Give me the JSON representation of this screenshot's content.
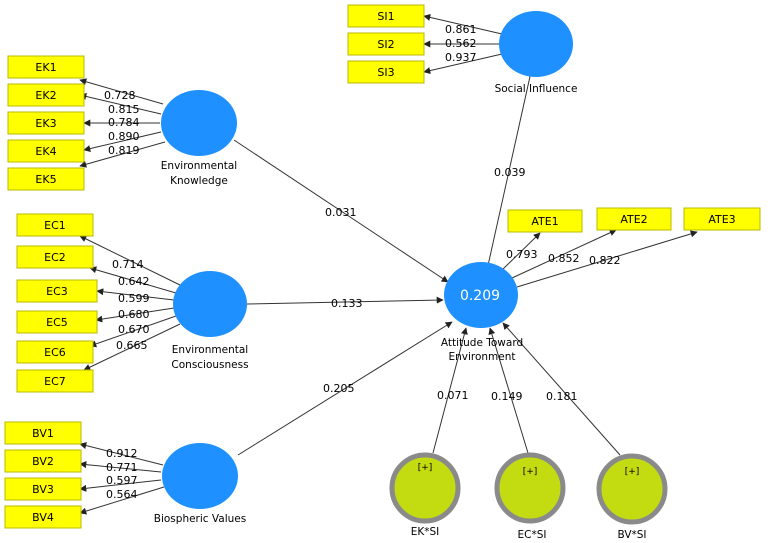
{
  "constructs": {
    "social_influence": "Social Influence",
    "env_knowledge": [
      "Environmental",
      "Knowledge"
    ],
    "env_consciousness": [
      "Environmental",
      "Consciousness"
    ],
    "biospheric_values": "Biospheric Values",
    "attitude": [
      "Attitude Toward",
      "Environment"
    ],
    "attitude_r2": "0.209"
  },
  "indicators": {
    "si": [
      {
        "label": "SI1",
        "loading": "0.861"
      },
      {
        "label": "SI2",
        "loading": "0.562"
      },
      {
        "label": "SI3",
        "loading": "0.937"
      }
    ],
    "ek": [
      {
        "label": "EK1",
        "loading": "0.728"
      },
      {
        "label": "EK2",
        "loading": "0.815"
      },
      {
        "label": "EK3",
        "loading": "0.784"
      },
      {
        "label": "EK4",
        "loading": "0.890"
      },
      {
        "label": "EK5",
        "loading": "0.819"
      }
    ],
    "ec": [
      {
        "label": "EC1",
        "loading": "0.714"
      },
      {
        "label": "EC2",
        "loading": "0.642"
      },
      {
        "label": "EC3",
        "loading": "0.599"
      },
      {
        "label": "EC5",
        "loading": "0.680"
      },
      {
        "label": "EC6",
        "loading": "0.670"
      },
      {
        "label": "EC7",
        "loading": "0.665"
      }
    ],
    "bv": [
      {
        "label": "BV1",
        "loading": "0.912"
      },
      {
        "label": "BV2",
        "loading": "0.771"
      },
      {
        "label": "BV3",
        "loading": "0.597"
      },
      {
        "label": "BV4",
        "loading": "0.564"
      }
    ],
    "ate": [
      {
        "label": "ATE1",
        "loading": "0.793"
      },
      {
        "label": "ATE2",
        "loading": "0.852"
      },
      {
        "label": "ATE3",
        "loading": "0.822"
      }
    ]
  },
  "paths": {
    "si_ate": "0.039",
    "ek_ate": "0.031",
    "ec_ate": "0.133",
    "bv_ate": "0.205",
    "eksi_ate": "0.071",
    "ecsi_ate": "0.149",
    "bvsi_ate": "0.181"
  },
  "moderators": [
    {
      "label": "EK*SI",
      "marker": "[+]"
    },
    {
      "label": "EC*SI",
      "marker": "[+]"
    },
    {
      "label": "BV*SI",
      "marker": "[+]"
    }
  ],
  "colors": {
    "construct": "#1e90ff",
    "indicator": "#ffff00",
    "moderator": "#c3dc12",
    "moderator_ring": "#8a8a8a"
  }
}
